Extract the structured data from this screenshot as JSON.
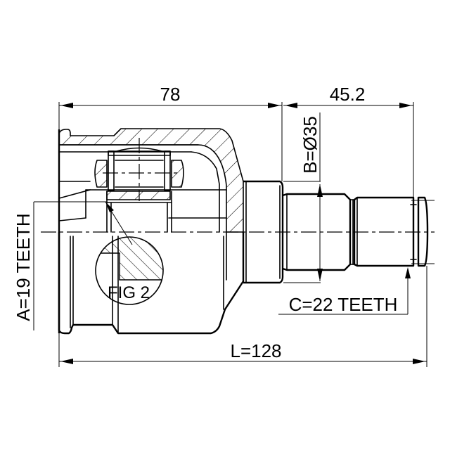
{
  "drawing": {
    "subject": "inner CV joint",
    "colors": {
      "line": "#000000",
      "background": "#ffffff"
    },
    "dimensions": {
      "width_joint": "78",
      "width_shaft": "45.2",
      "diameter_b": "B=Ø35",
      "length_total": "L=128"
    },
    "callouts": {
      "spline_a": "A=19 TEETH",
      "spline_c": "C=22 TEETH",
      "detail": "FIG 2"
    }
  }
}
